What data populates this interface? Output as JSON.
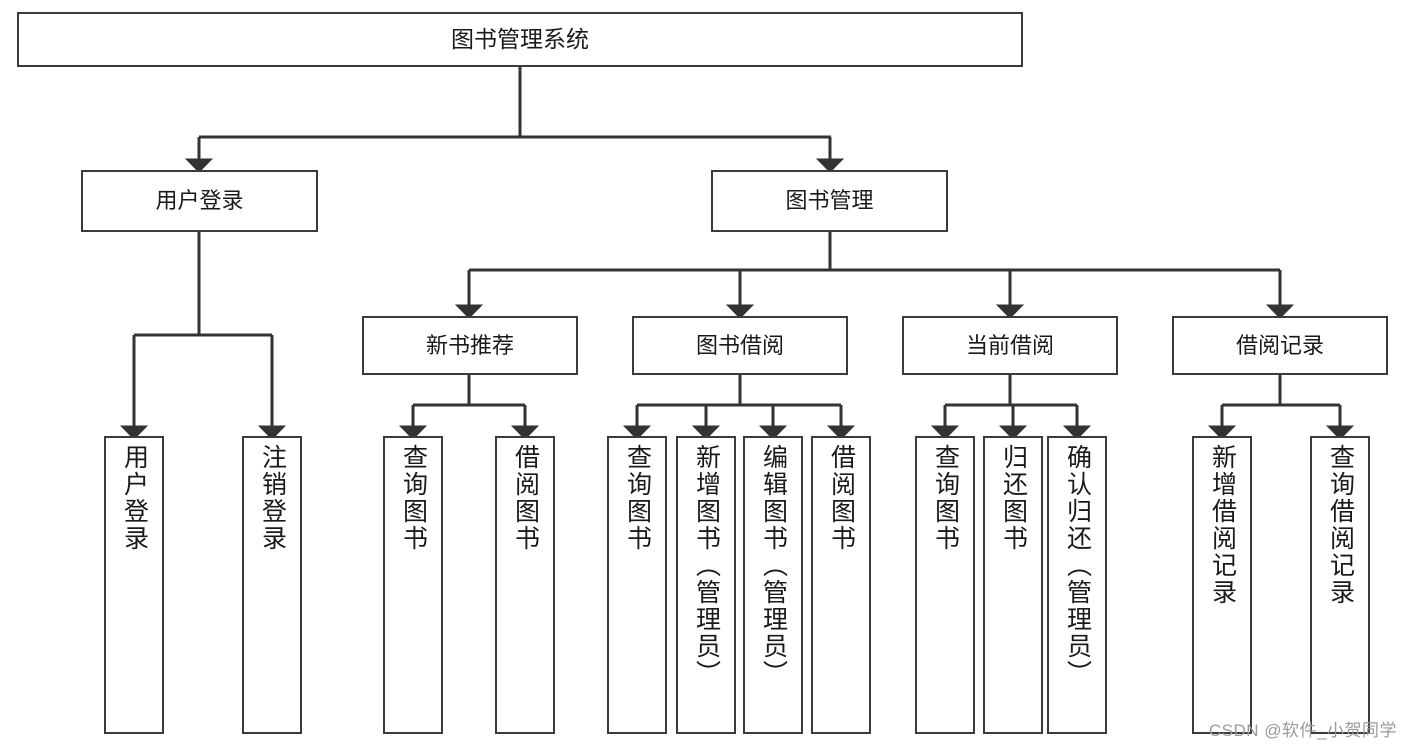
{
  "diagram": {
    "type": "tree-hierarchy",
    "title": "图书管理系统",
    "watermark": "CSDN @软件_小贺同学",
    "colors": {
      "box_border": "#3b3b3b",
      "box_fill": "#ffffff",
      "connector": "#333333",
      "text": "#1a1a1a",
      "watermark": "#9a9a9a"
    },
    "levels": {
      "root": {
        "label": "图书管理系统"
      },
      "level2": [
        {
          "label": "用户登录"
        },
        {
          "label": "图书管理"
        }
      ],
      "level3": [
        {
          "label": "新书推荐"
        },
        {
          "label": "图书借阅"
        },
        {
          "label": "当前借阅"
        },
        {
          "label": "借阅记录"
        }
      ],
      "leaves": {
        "user_login": [
          {
            "label": "用户登录"
          },
          {
            "label": "注销登录"
          }
        ],
        "new_book_recommend": [
          {
            "label": "查询图书"
          },
          {
            "label": "借阅图书"
          }
        ],
        "book_borrow": [
          {
            "label": "查询图书"
          },
          {
            "label": "新增图书（管理员）"
          },
          {
            "label": "编辑图书（管理员）"
          },
          {
            "label": "借阅图书"
          }
        ],
        "current_borrow": [
          {
            "label": "查询图书"
          },
          {
            "label": "归还图书"
          },
          {
            "label": "确认归还（管理员）"
          }
        ],
        "borrow_record": [
          {
            "label": "新增借阅记录"
          },
          {
            "label": "查询借阅记录"
          }
        ]
      }
    }
  }
}
